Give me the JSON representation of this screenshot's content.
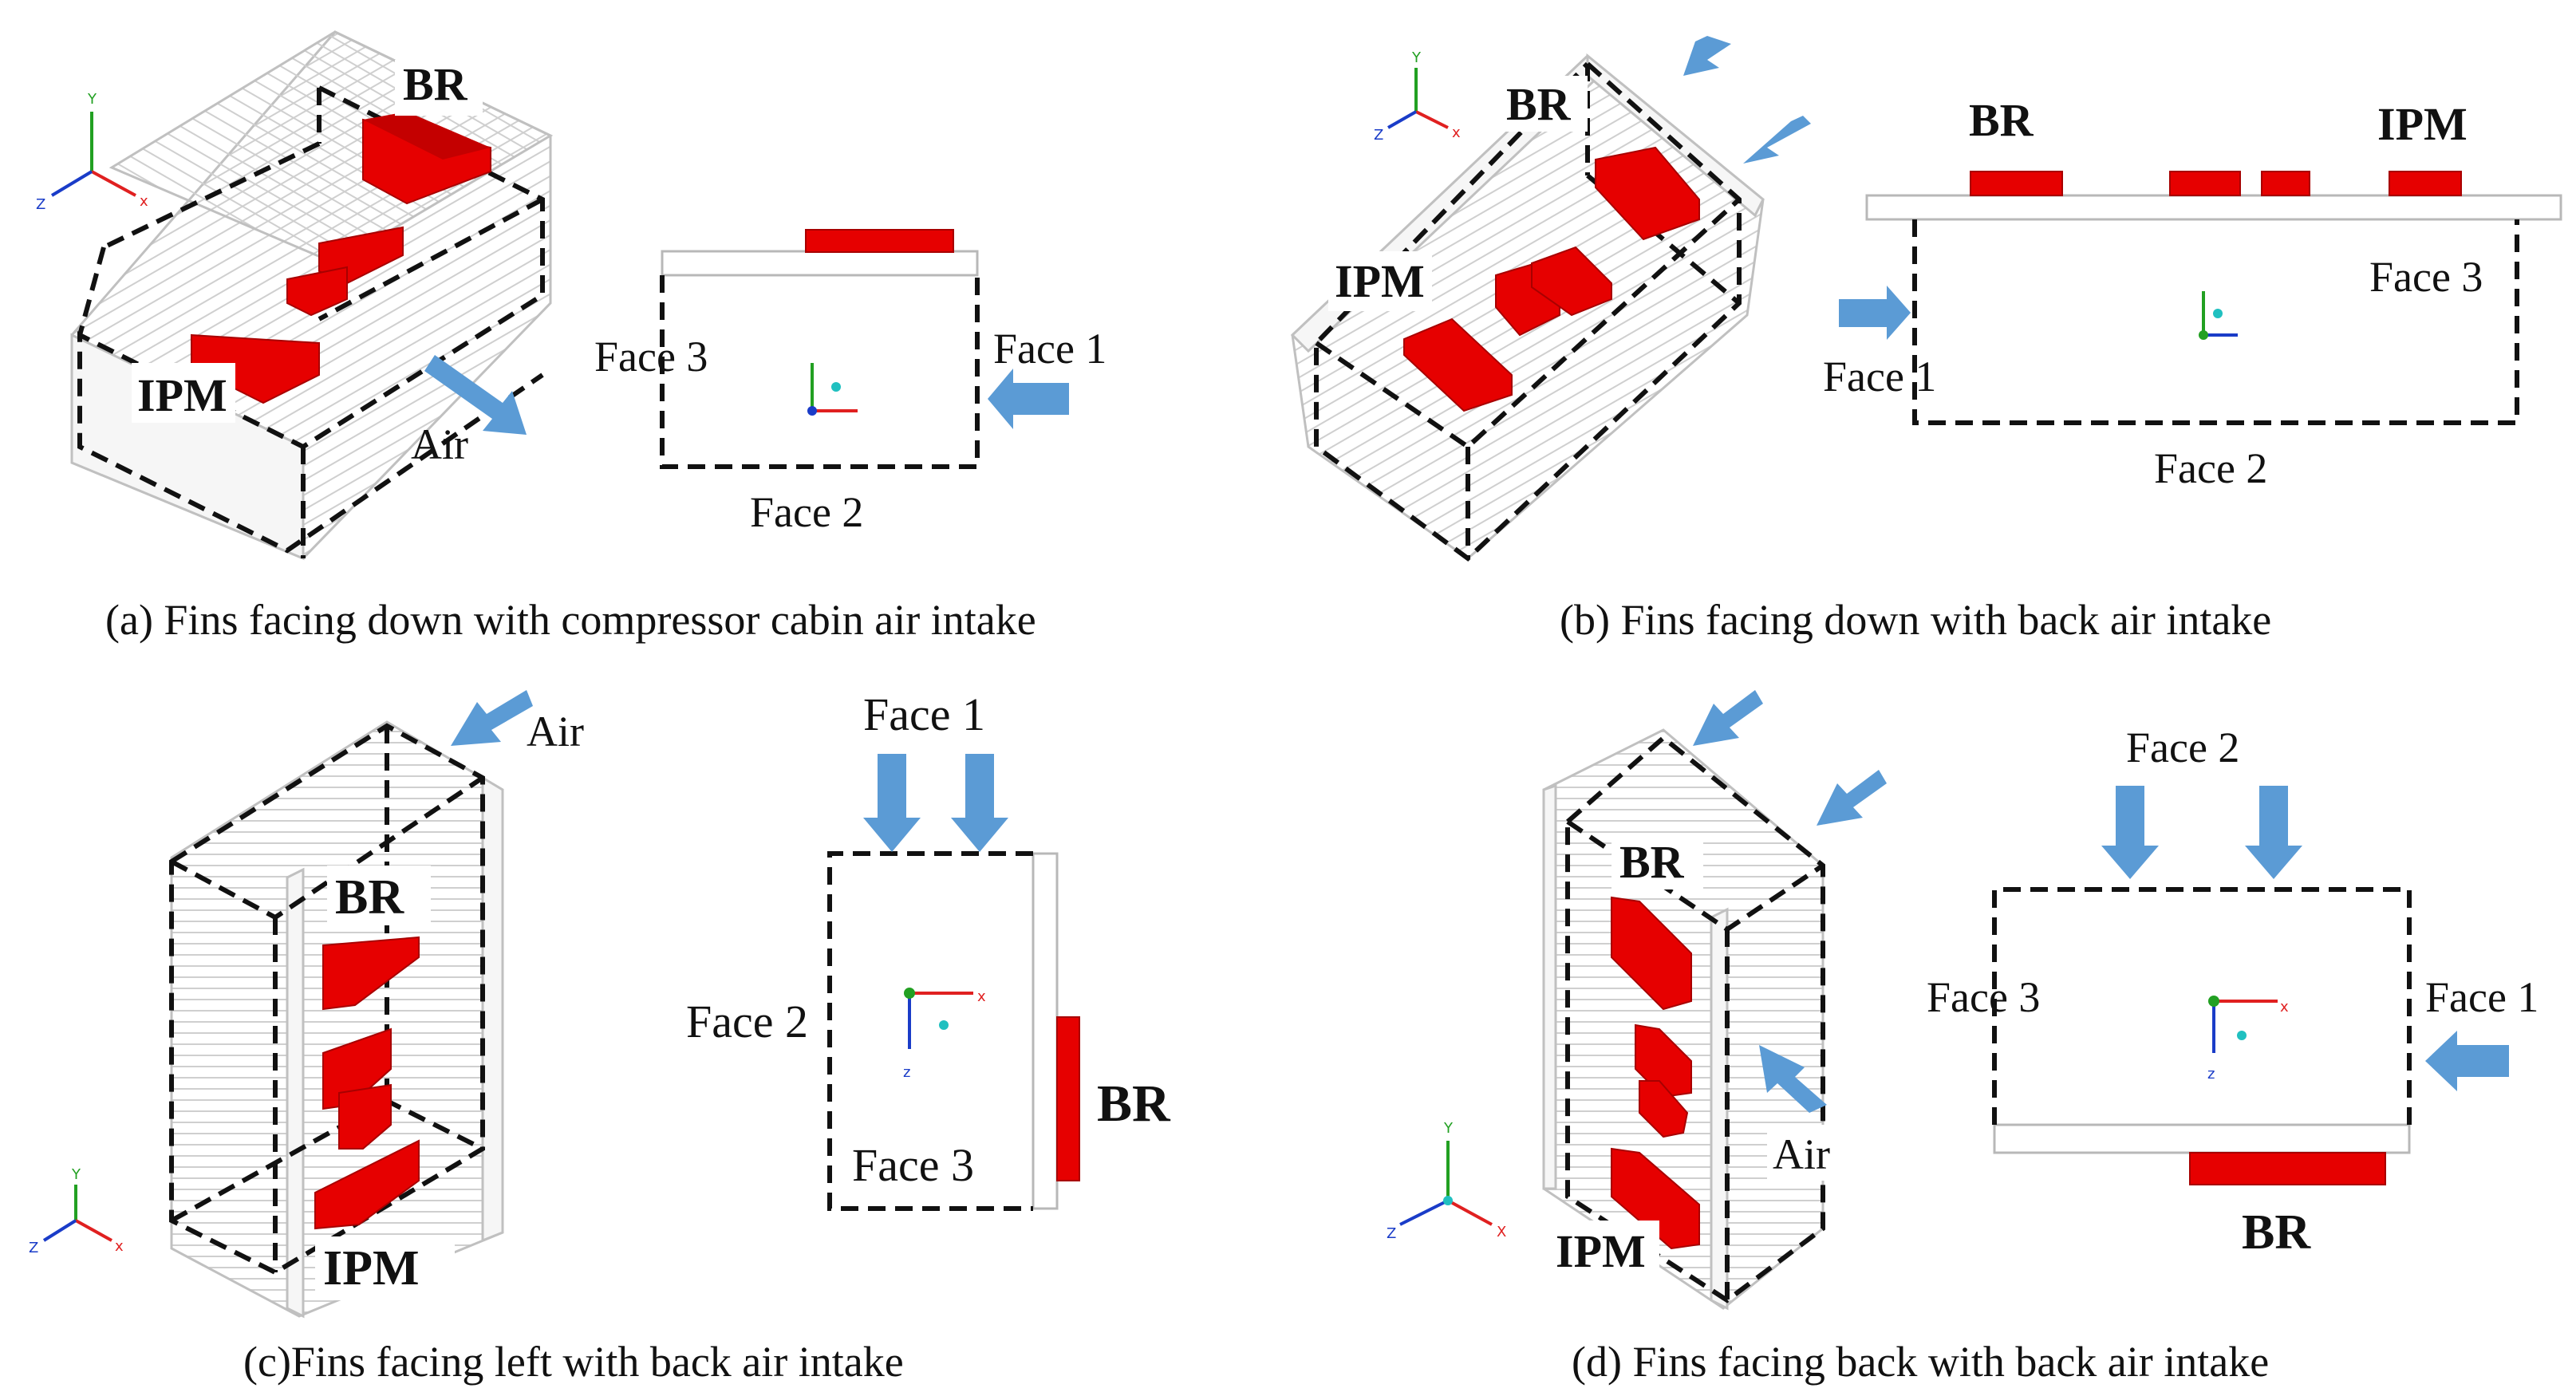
{
  "panels": {
    "a": {
      "caption": "(a) Fins facing down with compressor cabin air intake",
      "iso": {
        "br": "BR",
        "ipm": "IPM",
        "air": "Air"
      },
      "view": {
        "face1": "Face 1",
        "face2": "Face 2",
        "face3": "Face 3"
      }
    },
    "b": {
      "caption": "(b) Fins facing down with back air intake",
      "iso": {
        "br": "BR",
        "ipm": "IPM"
      },
      "view": {
        "br": "BR",
        "ipm": "IPM",
        "face1": "Face 1",
        "face2": "Face 2",
        "face3": "Face 3"
      }
    },
    "c": {
      "caption": "(c)Fins facing left with back air intake",
      "iso": {
        "br": "BR",
        "ipm": "IPM",
        "air": "Air"
      },
      "view": {
        "face1": "Face 1",
        "face2": "Face 2",
        "face3": "Face 3",
        "br": "BR"
      }
    },
    "d": {
      "caption": "(d) Fins facing back with back air intake",
      "iso": {
        "br": "BR",
        "ipm": "IPM",
        "air": "Air"
      },
      "view": {
        "face1": "Face 1",
        "face2": "Face 2",
        "face3": "Face 3",
        "br": "BR"
      }
    }
  },
  "axes": {
    "x": "x",
    "y": "y",
    "z": "z",
    "X": "X",
    "Y": "Y",
    "Z": "Z"
  },
  "colors": {
    "component": "#e60000",
    "arrow": "#5b9bd5",
    "outline": "#111111",
    "fins": "#c9c9c9"
  }
}
